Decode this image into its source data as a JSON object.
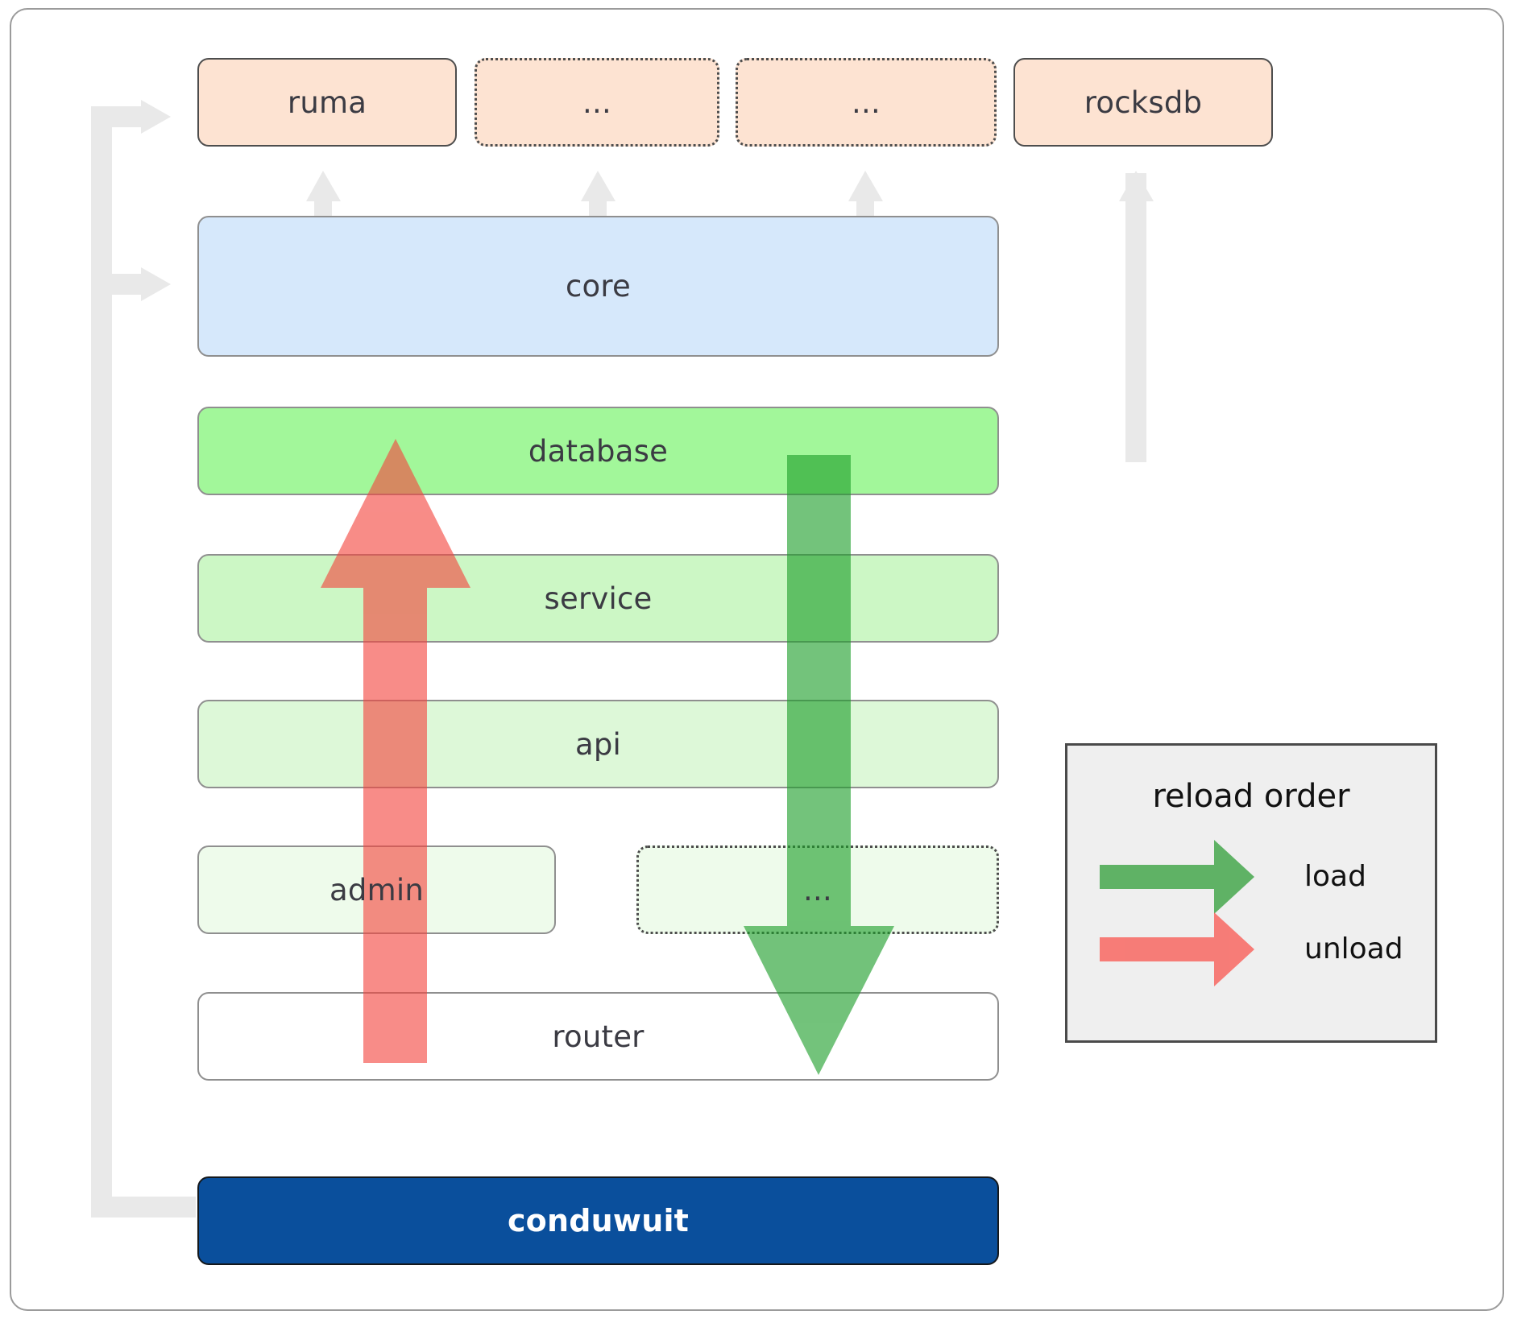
{
  "diagram": {
    "title": "conduwuit crate / layer architecture with reload order",
    "type": "layered-architecture"
  },
  "dependencies": [
    {
      "id": "ruma",
      "label": "ruma",
      "border": "solid",
      "fill": "#fde3d2"
    },
    {
      "id": "dots1",
      "label": "...",
      "border": "dotted",
      "fill": "#fde3d2"
    },
    {
      "id": "dots2",
      "label": "...",
      "border": "dotted",
      "fill": "#fde3d2"
    },
    {
      "id": "rocksdb",
      "label": "rocksdb",
      "border": "solid",
      "fill": "#fde3d2"
    }
  ],
  "layers": [
    {
      "id": "core",
      "label": "core",
      "border": "gray",
      "fill": "#d6e8fb"
    },
    {
      "id": "database",
      "label": "database",
      "border": "gray",
      "fill": "#a2f79a"
    },
    {
      "id": "service",
      "label": "service",
      "border": "gray",
      "fill": "#ccf7c5"
    },
    {
      "id": "api",
      "label": "api",
      "border": "gray",
      "fill": "#ddf8d8"
    },
    {
      "id": "admin",
      "label": "admin",
      "border": "gray",
      "fill": "#eefbeb"
    },
    {
      "id": "dots3",
      "label": "...",
      "border": "dotted",
      "fill": "#eefbeb"
    },
    {
      "id": "router",
      "label": "router",
      "border": "gray",
      "fill": "#ffffff"
    }
  ],
  "application": {
    "label": "conduwuit",
    "fill": "#0a4f9c",
    "text_color": "#ffffff"
  },
  "legend": {
    "title": "reload order",
    "items": [
      {
        "id": "load",
        "label": "load",
        "color": "#3d9e43",
        "direction": "down"
      },
      {
        "id": "unload",
        "label": "unload",
        "color": "#fa8080",
        "direction": "up"
      }
    ]
  },
  "flow_arrows": [
    {
      "id": "unload-arrow",
      "label": "unload",
      "color": "#fa8080",
      "direction": "up",
      "from": "router",
      "to": "database"
    },
    {
      "id": "load-arrow",
      "label": "load",
      "color": "#4a9e4f",
      "direction": "down",
      "from": "database",
      "to": "router"
    }
  ],
  "colors": {
    "connector": "#e9e9e9",
    "node_border": "#4d4d4d",
    "layer_border": "#8f8f8f",
    "text": "#3b3b43",
    "legend_bg": "#efefef"
  }
}
